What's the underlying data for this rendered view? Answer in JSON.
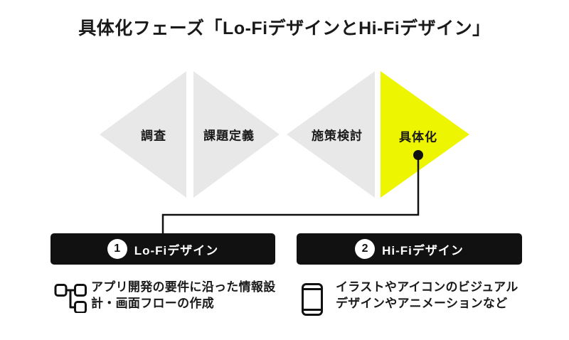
{
  "title": "具体化フェーズ「Lo-FiデザインとHi-Fiデザイン」",
  "colors": {
    "highlight": "#edf500",
    "phase_gray": "#e8e8e8",
    "bar_black": "#111111",
    "text_black": "#1a1a1a",
    "background": "#ffffff"
  },
  "phases": [
    {
      "label": "調査",
      "highlighted": false
    },
    {
      "label": "課題定義",
      "highlighted": false
    },
    {
      "label": "施策検討",
      "highlighted": false
    },
    {
      "label": "具体化",
      "highlighted": true
    }
  ],
  "steps": [
    {
      "number": "1",
      "label": "Lo-Fiデザイン",
      "icon": "flow-diagram-icon",
      "description_lines": [
        "アプリ開発の要件に沿った情報設",
        "計・画面フローの作成"
      ]
    },
    {
      "number": "2",
      "label": "Hi-Fiデザイン",
      "icon": "smartphone-icon",
      "description_lines": [
        "イラストやアイコンのビジュアル",
        "デザインやアニメーションなど"
      ]
    }
  ]
}
